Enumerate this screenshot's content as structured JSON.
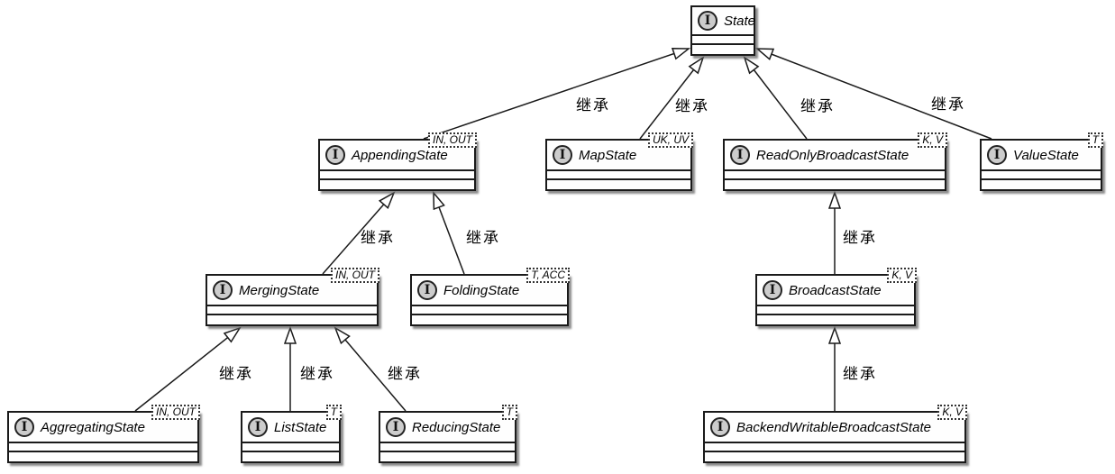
{
  "icon_letter": "I",
  "nodes": [
    {
      "id": "state",
      "name": "State",
      "stereotype": "interface",
      "generics": ""
    },
    {
      "id": "appending-state",
      "name": "AppendingState",
      "stereotype": "interface",
      "generics": "IN, OUT"
    },
    {
      "id": "map-state",
      "name": "MapState",
      "stereotype": "interface",
      "generics": "UK, UV"
    },
    {
      "id": "read-only-broadcast-state",
      "name": "ReadOnlyBroadcastState",
      "stereotype": "interface",
      "generics": "K, V"
    },
    {
      "id": "value-state",
      "name": "ValueState",
      "stereotype": "interface",
      "generics": "T"
    },
    {
      "id": "merging-state",
      "name": "MergingState",
      "stereotype": "interface",
      "generics": "IN, OUT"
    },
    {
      "id": "folding-state",
      "name": "FoldingState",
      "stereotype": "interface",
      "generics": "T, ACC"
    },
    {
      "id": "broadcast-state",
      "name": "BroadcastState",
      "stereotype": "interface",
      "generics": "K, V"
    },
    {
      "id": "aggregating-state",
      "name": "AggregatingState",
      "stereotype": "interface",
      "generics": "IN, OUT"
    },
    {
      "id": "list-state",
      "name": "ListState",
      "stereotype": "interface",
      "generics": "T"
    },
    {
      "id": "reducing-state",
      "name": "ReducingState",
      "stereotype": "interface",
      "generics": "T"
    },
    {
      "id": "backend-writable-broadcast-state",
      "name": "BackendWritableBroadcastState",
      "stereotype": "interface",
      "generics": "K, V"
    }
  ],
  "edges": [
    {
      "from": "appending-state",
      "to": "state",
      "type": "generalization",
      "label": "继承"
    },
    {
      "from": "map-state",
      "to": "state",
      "type": "generalization",
      "label": "继承"
    },
    {
      "from": "read-only-broadcast-state",
      "to": "state",
      "type": "generalization",
      "label": "继承"
    },
    {
      "from": "value-state",
      "to": "state",
      "type": "generalization",
      "label": "继承"
    },
    {
      "from": "merging-state",
      "to": "appending-state",
      "type": "generalization",
      "label": "继承"
    },
    {
      "from": "folding-state",
      "to": "appending-state",
      "type": "generalization",
      "label": "继承"
    },
    {
      "from": "aggregating-state",
      "to": "merging-state",
      "type": "generalization",
      "label": "继承"
    },
    {
      "from": "list-state",
      "to": "merging-state",
      "type": "generalization",
      "label": "继承"
    },
    {
      "from": "reducing-state",
      "to": "merging-state",
      "type": "generalization",
      "label": "继承"
    },
    {
      "from": "broadcast-state",
      "to": "read-only-broadcast-state",
      "type": "generalization",
      "label": "继承"
    },
    {
      "from": "backend-writable-broadcast-state",
      "to": "broadcast-state",
      "type": "generalization",
      "label": "继承"
    }
  ]
}
